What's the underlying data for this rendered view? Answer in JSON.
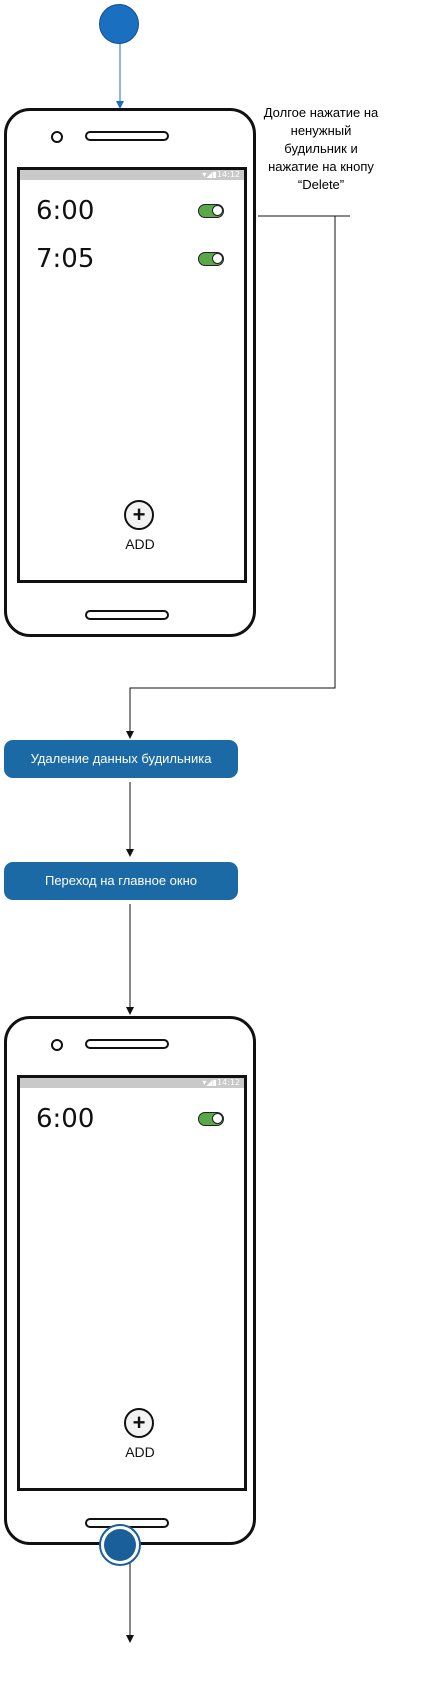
{
  "start_node": {
    "icon": "initial-node"
  },
  "end_node": {
    "icon": "final-node"
  },
  "note": {
    "line1": "Долгое нажатие на",
    "line2": "ненужный",
    "line3": "будильник и",
    "line4": "нажатие на кнопу",
    "line5": "“Delete”"
  },
  "phone_before": {
    "status": "▾◢▮14:12",
    "alarms": [
      {
        "time": "6:00",
        "enabled": true
      },
      {
        "time": "7:05",
        "enabled": true
      }
    ],
    "add_button": {
      "icon": "plus-icon",
      "symbol": "+",
      "label": "ADD"
    }
  },
  "actions": [
    {
      "label": "Удаление данных будильника"
    },
    {
      "label": "Переход на главное окно"
    }
  ],
  "phone_after": {
    "status": "▾◢▮14:12",
    "alarms": [
      {
        "time": "6:00",
        "enabled": true
      }
    ],
    "add_button": {
      "icon": "plus-icon",
      "symbol": "+",
      "label": "ADD"
    }
  },
  "colors": {
    "action_fill": "#1b6aa5",
    "start_fill": "#1b6fc0",
    "toggle_on": "#5aa84a"
  }
}
